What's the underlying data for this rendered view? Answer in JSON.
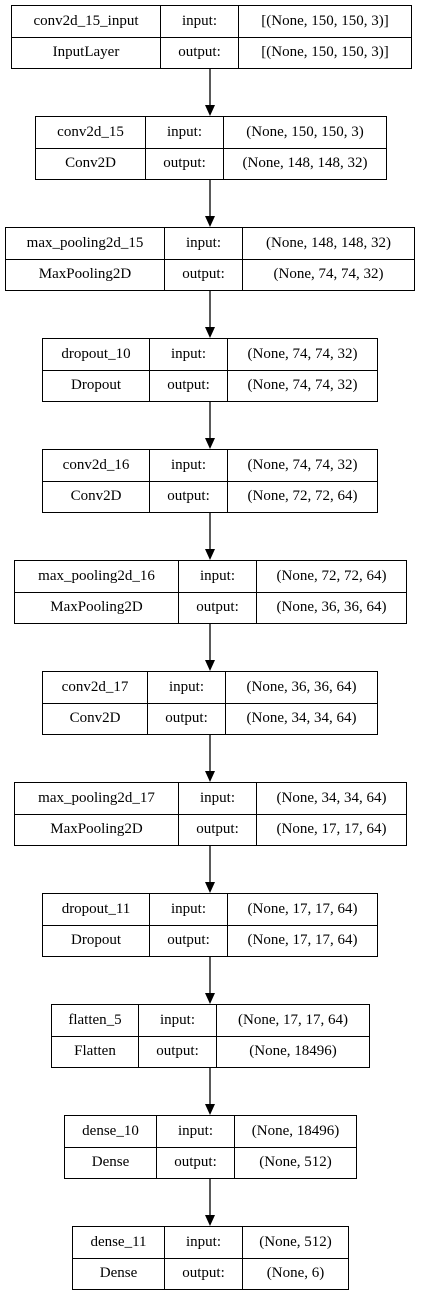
{
  "diagram": {
    "layers": [
      {
        "name": "conv2d_15_input",
        "type": "InputLayer",
        "input_label": "input:",
        "output_label": "output:",
        "input_shape": "[(None, 150, 150, 3)]",
        "output_shape": "[(None, 150, 150, 3)]"
      },
      {
        "name": "conv2d_15",
        "type": "Conv2D",
        "input_label": "input:",
        "output_label": "output:",
        "input_shape": "(None, 150, 150, 3)",
        "output_shape": "(None, 148, 148, 32)"
      },
      {
        "name": "max_pooling2d_15",
        "type": "MaxPooling2D",
        "input_label": "input:",
        "output_label": "output:",
        "input_shape": "(None, 148, 148, 32)",
        "output_shape": "(None, 74, 74, 32)"
      },
      {
        "name": "dropout_10",
        "type": "Dropout",
        "input_label": "input:",
        "output_label": "output:",
        "input_shape": "(None, 74, 74, 32)",
        "output_shape": "(None, 74, 74, 32)"
      },
      {
        "name": "conv2d_16",
        "type": "Conv2D",
        "input_label": "input:",
        "output_label": "output:",
        "input_shape": "(None, 74, 74, 32)",
        "output_shape": "(None, 72, 72, 64)"
      },
      {
        "name": "max_pooling2d_16",
        "type": "MaxPooling2D",
        "input_label": "input:",
        "output_label": "output:",
        "input_shape": "(None, 72, 72, 64)",
        "output_shape": "(None, 36, 36, 64)"
      },
      {
        "name": "conv2d_17",
        "type": "Conv2D",
        "input_label": "input:",
        "output_label": "output:",
        "input_shape": "(None, 36, 36, 64)",
        "output_shape": "(None, 34, 34, 64)"
      },
      {
        "name": "max_pooling2d_17",
        "type": "MaxPooling2D",
        "input_label": "input:",
        "output_label": "output:",
        "input_shape": "(None, 34, 34, 64)",
        "output_shape": "(None, 17, 17, 64)"
      },
      {
        "name": "dropout_11",
        "type": "Dropout",
        "input_label": "input:",
        "output_label": "output:",
        "input_shape": "(None, 17, 17, 64)",
        "output_shape": "(None, 17, 17, 64)"
      },
      {
        "name": "flatten_5",
        "type": "Flatten",
        "input_label": "input:",
        "output_label": "output:",
        "input_shape": "(None, 17, 17, 64)",
        "output_shape": "(None, 18496)"
      },
      {
        "name": "dense_10",
        "type": "Dense",
        "input_label": "input:",
        "output_label": "output:",
        "input_shape": "(None, 18496)",
        "output_shape": "(None, 512)"
      },
      {
        "name": "dense_11",
        "type": "Dense",
        "input_label": "input:",
        "output_label": "output:",
        "input_shape": "(None, 512)",
        "output_shape": "(None, 6)"
      }
    ]
  }
}
